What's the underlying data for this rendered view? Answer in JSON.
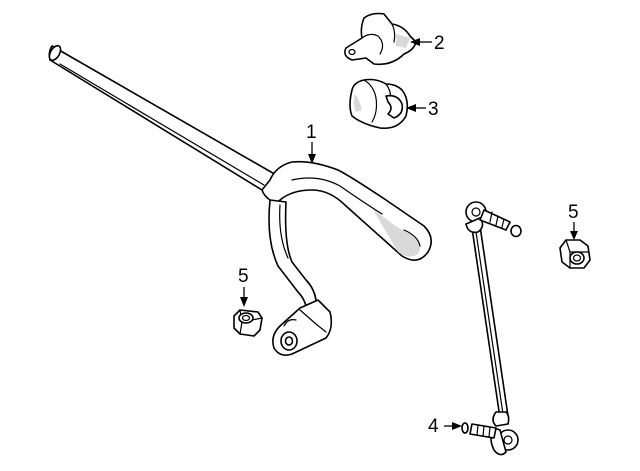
{
  "callouts": {
    "c1": "1",
    "c2": "2",
    "c3": "3",
    "c4": "4",
    "c5_left": "5",
    "c5_right": "5"
  },
  "colors": {
    "line": "#000000",
    "background": "#ffffff",
    "shade": "#d9d9d9"
  }
}
